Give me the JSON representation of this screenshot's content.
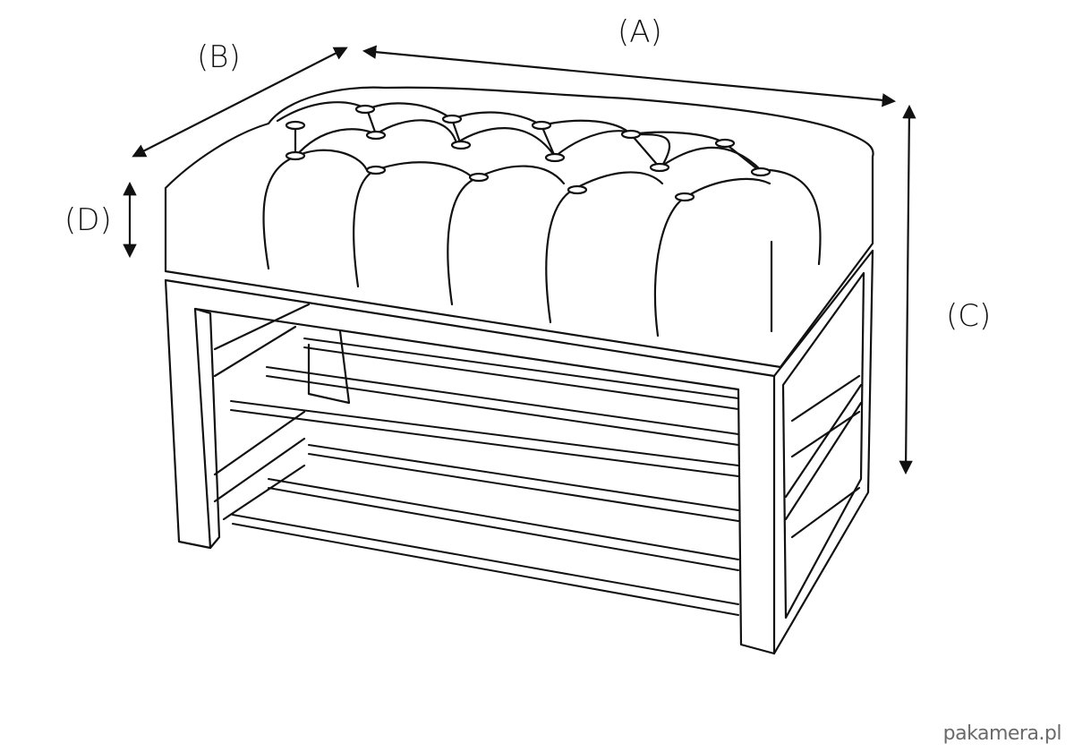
{
  "dimensions": {
    "a": "(A)",
    "b": "(B)",
    "c": "(C)",
    "d": "(D)"
  },
  "watermark": "pakamera.pl",
  "colors": {
    "line": "#111111",
    "background": "#ffffff",
    "watermark": "#6a6a6a"
  }
}
